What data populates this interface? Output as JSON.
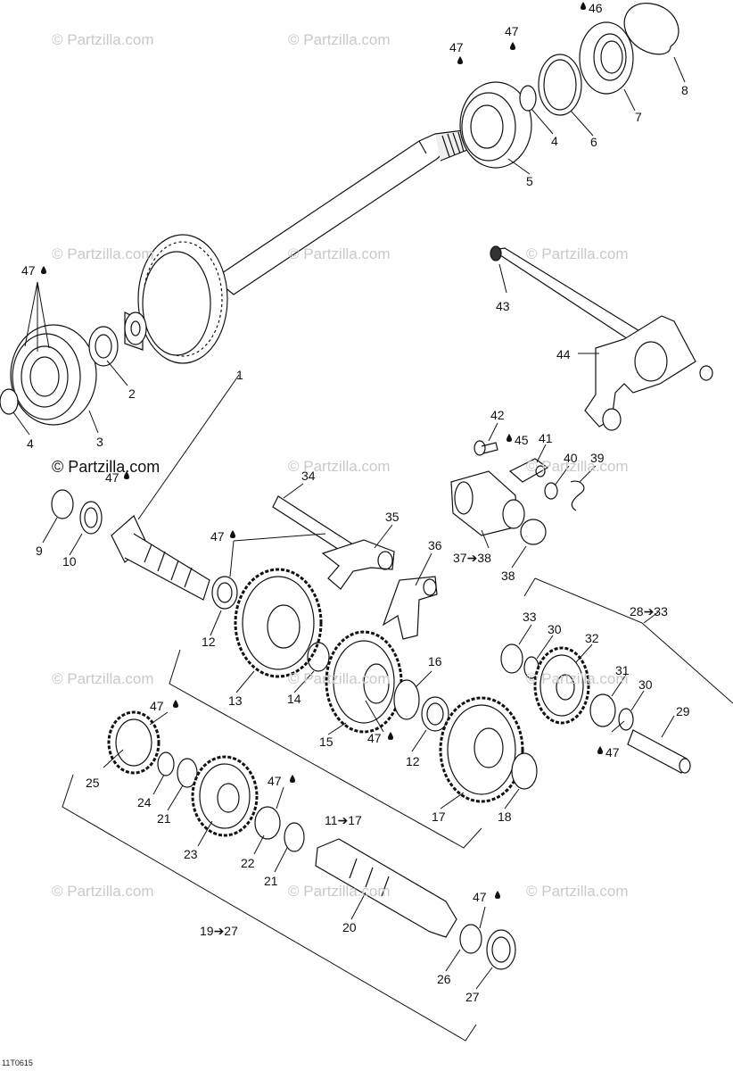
{
  "watermarks": {
    "text": "© Partzilla.com",
    "prominent": "© Partzilla.com"
  },
  "drawing_code": "11T0615",
  "lube_marks": {
    "w47a": "47",
    "w47b": "47",
    "w46": "46",
    "w47c": "47",
    "w47d": "47",
    "w45": "45",
    "w47e": "47",
    "w47f": "47",
    "w47g": "47",
    "w47h": "47",
    "w47i": "47",
    "w47j": "47"
  },
  "callouts": {
    "c1": "1",
    "c2": "2",
    "c3": "3",
    "c4a": "4",
    "c4b": "4",
    "c5": "5",
    "c6": "6",
    "c7": "7",
    "c8": "8",
    "c9": "9",
    "c10": "10",
    "c12a": "12",
    "c12b": "12",
    "c13": "13",
    "c14": "14",
    "c15": "15",
    "c16": "16",
    "c17": "17",
    "c18": "18",
    "c20": "20",
    "c21a": "21",
    "c21b": "21",
    "c22": "22",
    "c23": "23",
    "c24": "24",
    "c25": "25",
    "c26": "26",
    "c27": "27",
    "c29": "29",
    "c30a": "30",
    "c30b": "30",
    "c31": "31",
    "c32": "32",
    "c33": "33",
    "c34": "34",
    "c35": "35",
    "c36": "36",
    "c38": "38",
    "c39": "39",
    "c40": "40",
    "c41": "41",
    "c42": "42",
    "c43": "43",
    "c44": "44"
  },
  "ranges": {
    "r37_38": "37➔38",
    "r28_33": "28➔33",
    "r11_17": "11➔17",
    "r19_27": "19➔27"
  }
}
